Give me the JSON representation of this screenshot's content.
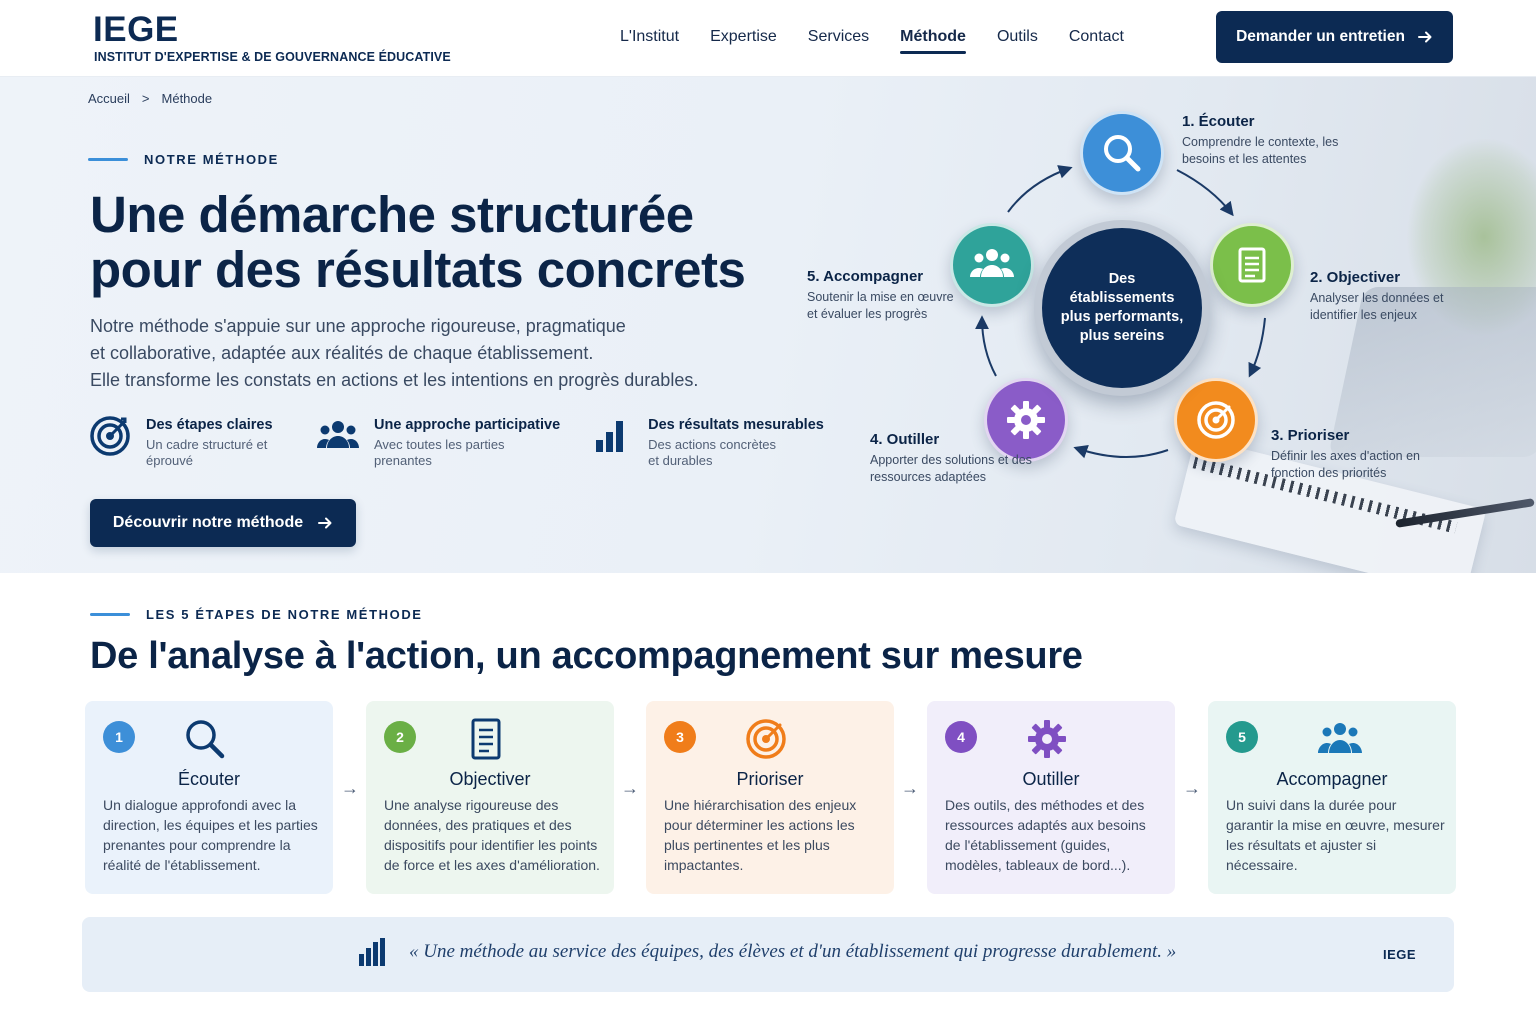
{
  "header": {
    "logo": "IEGE",
    "logo_subtitle": "INSTITUT D'EXPERTISE & DE GOUVERNANCE ÉDUCATIVE",
    "nav": [
      "L'Institut",
      "Expertise",
      "Services",
      "Méthode",
      "Outils",
      "Contact"
    ],
    "active_nav": "Méthode",
    "cta": "Demander un entretien"
  },
  "hero": {
    "breadcrumb": [
      "Accueil",
      "Méthode"
    ],
    "eyebrow": "NOTRE MÉTHODE",
    "title_line1": "Une démarche structurée",
    "title_line2": "pour des résultats concrets",
    "description": [
      "Notre méthode s'appuie sur une approche rigoureuse, pragmatique",
      "et collaborative, adaptée aux réalités de chaque établissement.",
      "Elle transforme les constats en actions et les intentions en progrès durables."
    ],
    "features": [
      {
        "title": "Des étapes claires",
        "desc": "Un cadre structuré et éprouvé",
        "icon": "target-icon"
      },
      {
        "title": "Une approche participative",
        "desc": "Avec toutes les parties prenantes",
        "icon": "people-icon"
      },
      {
        "title": "Des résultats mesurables",
        "desc": "Des actions concrètes et durables",
        "icon": "bar-chart-icon"
      }
    ],
    "cta": "Découvrir notre méthode"
  },
  "cycle": {
    "center": "Des établissements plus performants, plus sereins",
    "steps": [
      {
        "title": "1. Écouter",
        "desc": "Comprendre le contexte, les besoins et les attentes",
        "color": "#3d8fd8",
        "icon": "search-icon"
      },
      {
        "title": "2. Objectiver",
        "desc": "Analyser les données et identifier les enjeux",
        "color": "#7bbf4a",
        "icon": "document-icon"
      },
      {
        "title": "3. Prioriser",
        "desc": "Définir les axes d'action en fonction des priorités",
        "color": "#f28b1e",
        "icon": "target-icon"
      },
      {
        "title": "4. Outiller",
        "desc": "Apporter des solutions et des ressources adaptées",
        "color": "#8a5cc8",
        "icon": "gear-icon"
      },
      {
        "title": "5. Accompagner",
        "desc": "Soutenir la mise en œuvre et évaluer les progrès",
        "color": "#2fa39a",
        "icon": "people-icon"
      }
    ]
  },
  "steps_section": {
    "eyebrow": "LES 5 ÉTAPES DE NOTRE MÉTHODE",
    "title": "De l'analyse à l'action, un accompagnement sur mesure",
    "cards": [
      {
        "num": "1",
        "title": "Écouter",
        "desc": "Un dialogue approfondi avec la direction, les équipes et les parties prenantes pour comprendre la réalité de l'établissement.",
        "color": "#3d8fd8",
        "bg": "#eaf2fb",
        "icon": "search-icon"
      },
      {
        "num": "2",
        "title": "Objectiver",
        "desc": "Une analyse rigoureuse des données, des pratiques et des dispositifs pour identifier les points de force et les axes d'amélioration.",
        "color": "#6aaf45",
        "bg": "#edf6ef",
        "icon": "document-icon"
      },
      {
        "num": "3",
        "title": "Prioriser",
        "desc": "Une hiérarchisation des enjeux pour déterminer les actions les plus pertinentes et les plus impactantes.",
        "color": "#f07d1a",
        "bg": "#fdf1e7",
        "icon": "target-icon"
      },
      {
        "num": "4",
        "title": "Outiller",
        "desc": "Des outils, des méthodes et des ressources adaptés aux besoins de l'établissement (guides, modèles, tableaux de bord...).",
        "color": "#7f4fc2",
        "bg": "#f1eefa",
        "icon": "gear-icon"
      },
      {
        "num": "5",
        "title": "Accompagner",
        "desc": "Un suivi dans la durée pour garantir la mise en œuvre, mesurer les résultats et ajuster si nécessaire.",
        "color": "#249a8e",
        "bg": "#e9f5f3",
        "icon": "people-icon"
      }
    ]
  },
  "quote": {
    "text": "« Une méthode au service des équipes, des élèves et d'un établissement qui progresse durablement. »",
    "brand": "IEGE"
  }
}
